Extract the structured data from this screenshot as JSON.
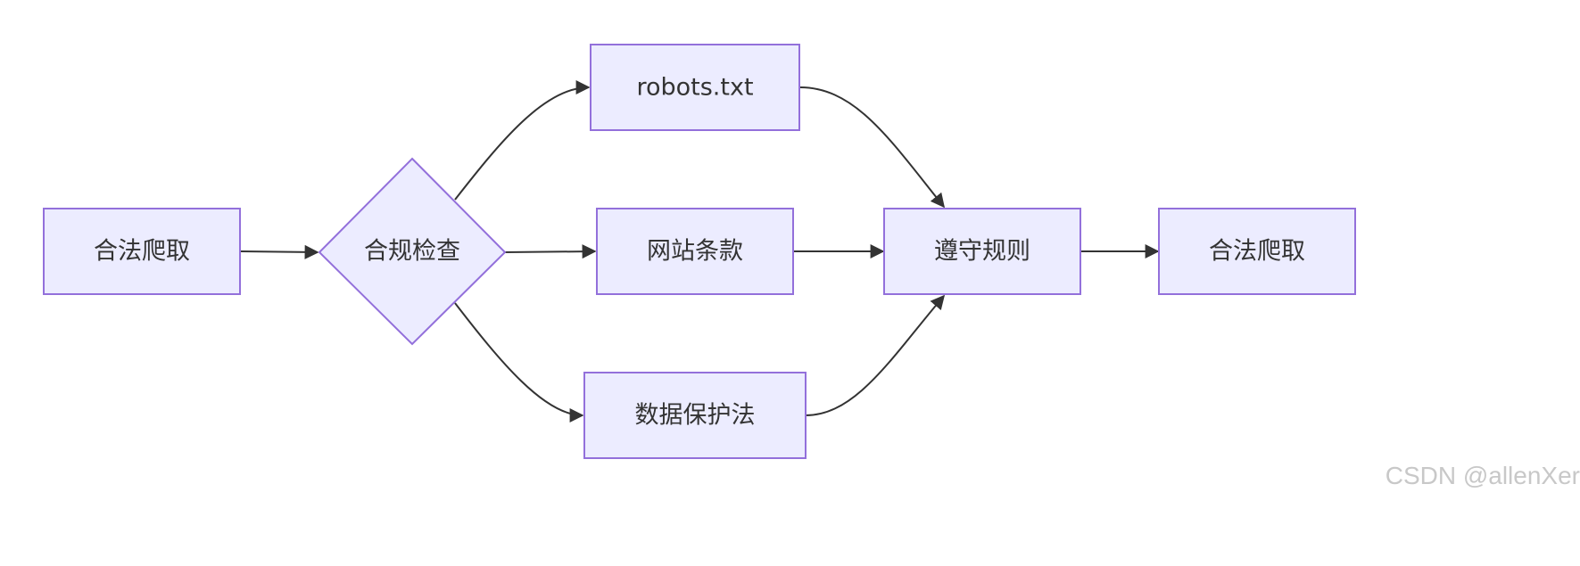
{
  "nodes": {
    "start": "合法爬取",
    "check": "合规检查",
    "robots": "robots.txt",
    "terms": "网站条款",
    "dataprotect": "数据保护法",
    "follow": "遵守规则",
    "end": "合法爬取"
  },
  "watermark": "CSDN @allenXer",
  "colors": {
    "node_fill": "#ececff",
    "node_stroke": "#9370db",
    "edge": "#333333",
    "text": "#333333",
    "watermark": "#c8c8c8"
  }
}
